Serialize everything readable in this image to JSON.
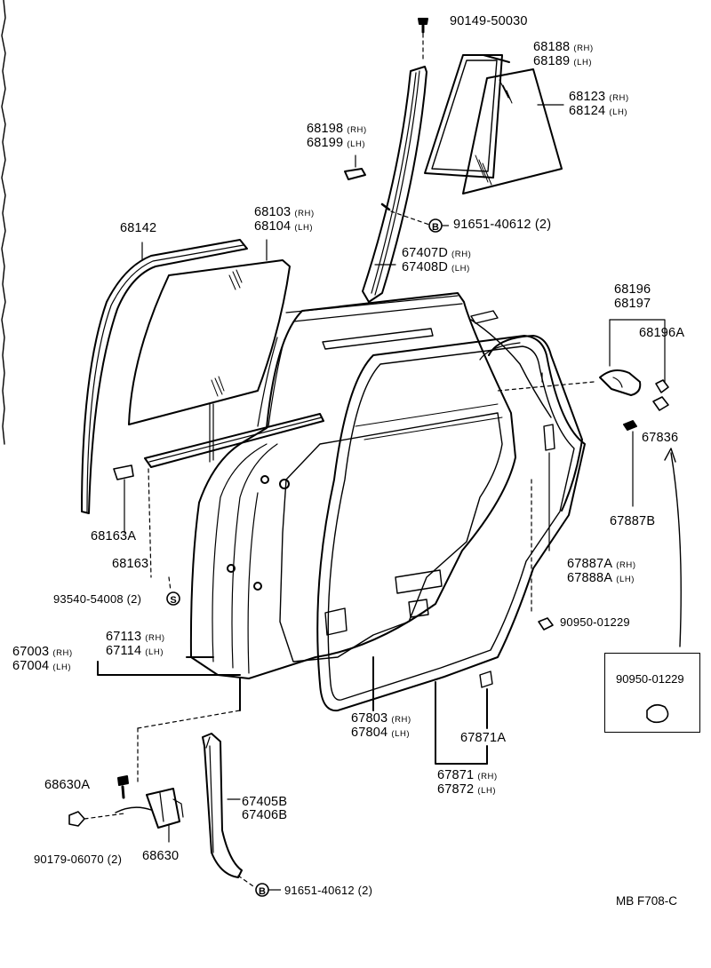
{
  "diagram": {
    "title": "",
    "ref_code": "MB  F708-C",
    "inset_part": "90950-01229",
    "labels": {
      "p90149": "90149-50030",
      "p68188": "68188",
      "p68188_sfx": "(RH)",
      "p68189": "68189",
      "p68189_sfx": "(LH)",
      "p68123": "68123",
      "p68123_sfx": "(RH)",
      "p68124": "68124",
      "p68124_sfx": "(LH)",
      "p68198": "68198",
      "p68198_sfx": "(RH)",
      "p68199": "68199",
      "p68199_sfx": "(LH)",
      "p91651a": "91651-40612 (2)",
      "p68142": "68142",
      "p68103": "68103",
      "p68103_sfx": "(RH)",
      "p68104": "68104",
      "p68104_sfx": "(LH)",
      "p67407d": "67407D",
      "p67407d_sfx": "(RH)",
      "p67408d": "67408D",
      "p67408d_sfx": "(LH)",
      "p68196": "68196",
      "p68197": "68197",
      "p68196a": "68196A",
      "p67836": "67836",
      "p67887b": "67887B",
      "p67887a": "67887A",
      "p67887a_sfx": "(RH)",
      "p67888a": "67888A",
      "p67888a_sfx": "(LH)",
      "p68163a": "68163A",
      "p68163": "68163",
      "p93540": "93540-54008 (2)",
      "p90950": "90950-01229",
      "p67113": "67113",
      "p67113_sfx": "(RH)",
      "p67114": "67114",
      "p67114_sfx": "(LH)",
      "p67003": "67003",
      "p67003_sfx": "(RH)",
      "p67004": "67004",
      "p67004_sfx": "(LH)",
      "p67803": "67803",
      "p67803_sfx": "(RH)",
      "p67804": "67804",
      "p67804_sfx": "(LH)",
      "p67871a": "67871A",
      "p67871": "67871",
      "p67871_sfx": "(RH)",
      "p67872": "67872",
      "p67872_sfx": "(LH)",
      "p68630a": "68630A",
      "p67405b": "67405B",
      "p67406b": "67406B",
      "p90179": "90179-06070 (2)",
      "p68630": "68630",
      "p91651b": "91651-40612 (2)"
    },
    "symbols": {
      "bolt_b": "B",
      "screw_s": "S"
    }
  }
}
